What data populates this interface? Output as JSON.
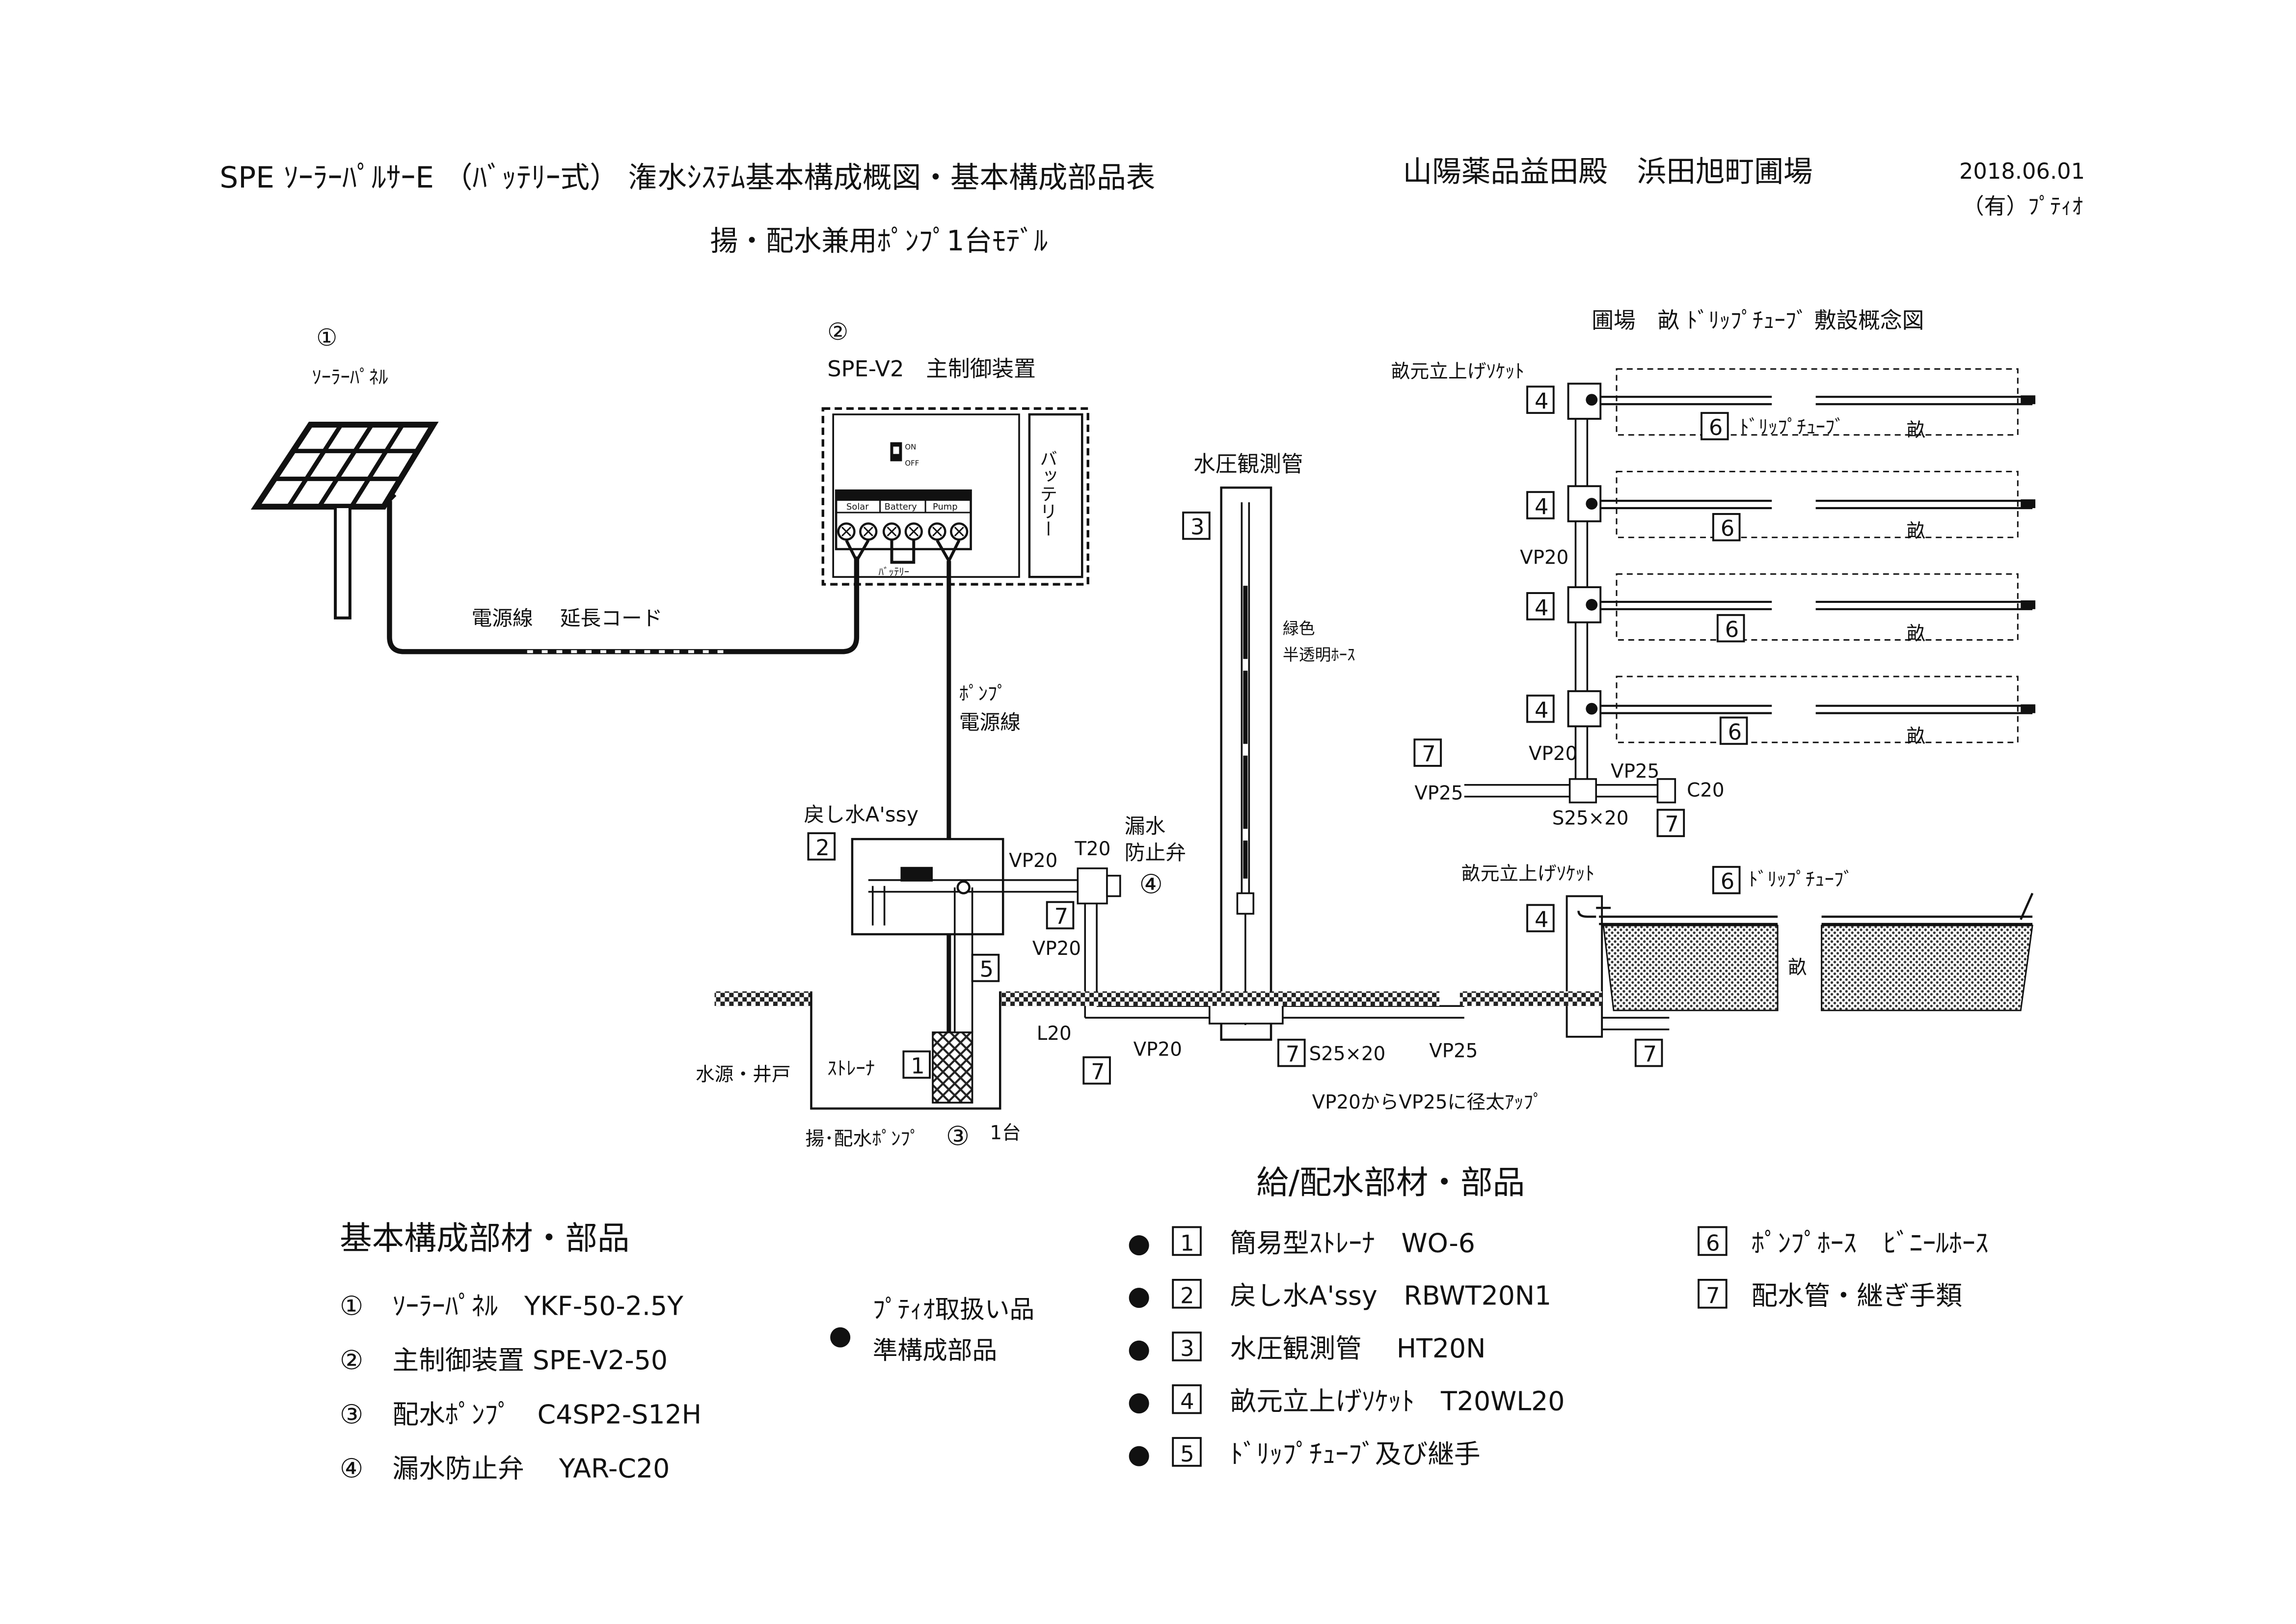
{
  "header": {
    "title": "SPE ｿｰﾗｰﾊﾟﾙｻｰE （ﾊﾞｯﾃﾘｰ式） 潅水ｼｽﾃﾑ基本構成概図・基本構成部品表",
    "client": "山陽薬品益田殿　浜田旭町圃場",
    "date": "2018.06.01",
    "company": "（有）ﾌﾟﾃｨｵ",
    "subtitle": "揚・配水兼用ﾎﾟﾝﾌﾟ1台ﾓﾃﾞﾙ"
  },
  "labels": {
    "panel_num": "①",
    "panel": "ｿｰﾗｰﾊﾟﾈﾙ",
    "ctrl_num": "②",
    "ctrl": "SPE-V2　主制御装置",
    "battery": "バッテリー",
    "sw_on": "ON",
    "sw_off": "OFF",
    "term_solar": "Solar",
    "term_battery": "Battery",
    "term_pump": "Pump",
    "term_batt_small": "ﾊﾞｯﾃﾘｰ",
    "cable": "電源線　 延長コード",
    "pump_cable_1": "ﾎﾟﾝﾌﾟ",
    "pump_cable_2": "電源線",
    "gauge_title": "水圧観測管",
    "hose_1": "緑色",
    "hose_2": "半透明ﾎｰｽ",
    "return_assy": "戻し水A'ssy",
    "leak_1": "漏水",
    "leak_2": "防止弁",
    "leak_num": "④",
    "vp20": "VP20",
    "t20": "T20",
    "l20": "L20",
    "vp25": "VP25",
    "s25x20": "S25×20",
    "c20": "C20",
    "reducer_note": "VP20からVP25に径太ｱｯﾌﾟ",
    "well": "水源・井戸",
    "strainer": "ｽﾄﾚｰﾅ",
    "pump_label": "揚･配水ﾎﾟﾝﾌﾟ",
    "pump_num": "③",
    "pump_qty": "1台",
    "field_title": "圃場　畝 ﾄﾞﾘｯﾌﾟﾁｭｰﾌﾞ 敷設概念図",
    "socket": "畝元立上げｿｹｯﾄ",
    "drip": "ﾄﾞﾘｯﾌﾟﾁｭｰﾌﾞ",
    "ridge": "畝",
    "b1": "1",
    "b2": "2",
    "b3": "3",
    "b4": "4",
    "b5": "5",
    "b6": "6",
    "b7": "7"
  },
  "parts_basic": {
    "title": "基本構成部材・部品",
    "items": [
      {
        "num": "①",
        "text": "ｿｰﾗｰﾊﾟﾈﾙ　YKF-50-2.5Y"
      },
      {
        "num": "②",
        "text": "主制御装置 SPE-V2-50"
      },
      {
        "num": "③",
        "text": "配水ﾎﾟﾝﾌﾟ　C4SP2-S12H"
      },
      {
        "num": "④",
        "text": "漏水防止弁　 YAR-C20"
      }
    ]
  },
  "legend": {
    "bullet": "●",
    "line1": "ﾌﾟﾃｨｵ取扱い品",
    "line2": "準構成部品"
  },
  "parts_supply": {
    "title": "給/配水部材・部品",
    "items": [
      {
        "num": "1",
        "text": "簡易型ｽﾄﾚｰﾅ　WO-6"
      },
      {
        "num": "2",
        "text": "戻し水A'ssy　RBWT20N1"
      },
      {
        "num": "3",
        "text": "水圧観測管　 HT20N"
      },
      {
        "num": "4",
        "text": "畝元立上げｿｹｯﾄ　T20WL20"
      },
      {
        "num": "5",
        "text": "ﾄﾞﾘｯﾌﾟﾁｭｰﾌﾞ及び継手"
      }
    ],
    "items_right": [
      {
        "num": "6",
        "text": "ﾎﾟﾝﾌﾟﾎｰｽ　ﾋﾞﾆｰﾙﾎｰｽ"
      },
      {
        "num": "7",
        "text": "配水管・継ぎ手類"
      }
    ]
  }
}
